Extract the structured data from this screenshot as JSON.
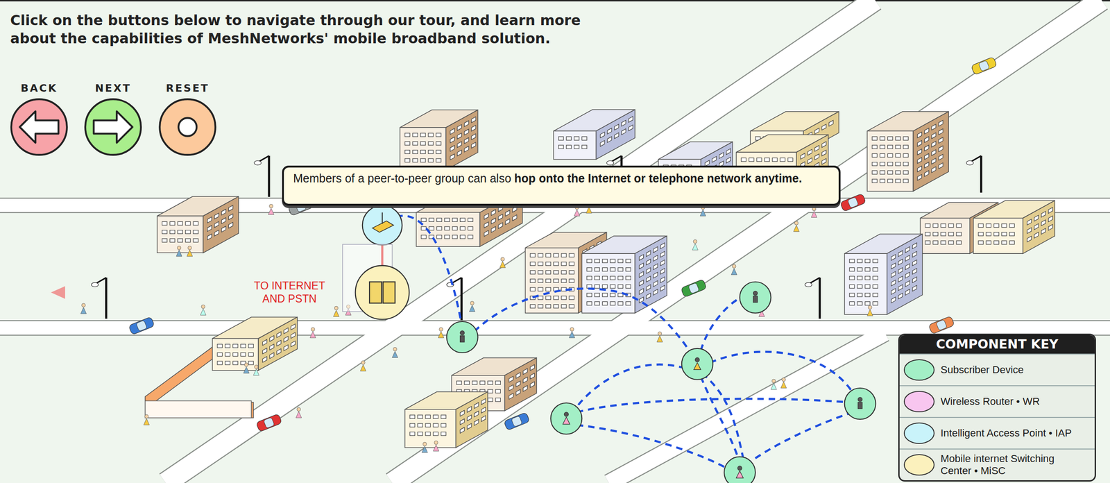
{
  "diagram": {
    "title": "Click on the buttons below to navigate through our tour, and learn more about the capabilities of MeshNetworks' mobile broadband solution.",
    "nodes": [
      {
        "text": [
          "BACK"
        ]
      },
      {
        "text": [
          "NEXT"
        ]
      },
      {
        "text": [
          "RESET"
        ]
      },
      {
        "text": [
          "Members of a peer-to-peer group can also",
          "hop onto the Internet or telephone network anytime."
        ]
      }
    ],
    "labels": [
      "TO INTERNET AND PSTN",
      "COMPONENT KEY"
    ],
    "legend": [
      {
        "text": "Subscriber Device",
        "color": "#a3efc6"
      },
      {
        "text": "Wireless Router • WR",
        "color": "#f8c6ef"
      },
      {
        "text": "Intelligent Access Point • IAP",
        "color": "#c9f3fa"
      },
      {
        "text": "Mobile internet Switching Center • MiSC",
        "color": "#fbf1bd"
      }
    ]
  }
}
